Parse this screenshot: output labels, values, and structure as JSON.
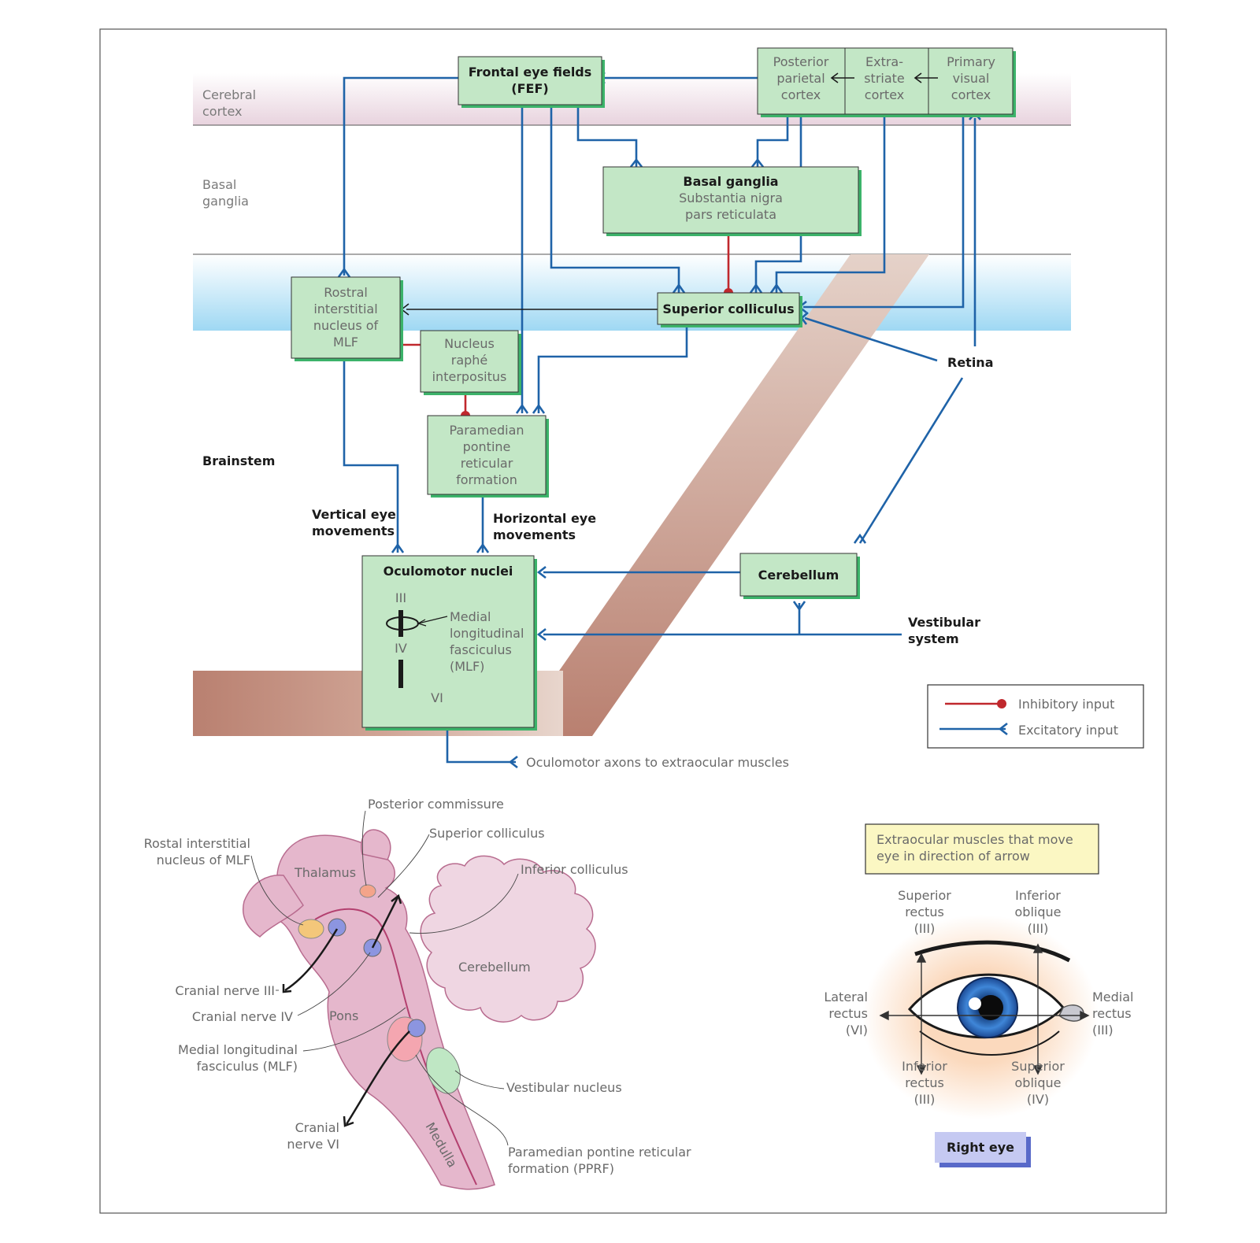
{
  "colors": {
    "box_fill": "#c3e7c6",
    "box_shadow": "#3cb36a",
    "excitatory": "#1f63a8",
    "inhibitory": "#c0282d",
    "cortex_band": "#eedfe6",
    "colliculus_band": "#a9ddf5",
    "brainstem_band": "#c28e7f",
    "brain_fill": "#e5b7cc",
    "legend_yellow": "#fbf7c3",
    "right_eye_label": "#c5c9f2"
  },
  "regions": {
    "cortex": [
      "Cerebral",
      "cortex"
    ],
    "basal": [
      "Basal",
      "ganglia"
    ],
    "brainstem": "Brainstem"
  },
  "boxes": {
    "fef": [
      "Frontal eye fields",
      "(FEF)"
    ],
    "ppc": [
      "Posterior",
      "parietal",
      "cortex"
    ],
    "esc": [
      "Extra-",
      "striate",
      "cortex"
    ],
    "pvc": [
      "Primary",
      "visual",
      "cortex"
    ],
    "bg_title": "Basal ganglia",
    "bg_sub": [
      "Substantia nigra",
      "pars reticulata"
    ],
    "riMLF": [
      "Rostral",
      "interstitial",
      "nucleus of",
      "MLF"
    ],
    "sc": "Superior colliculus",
    "nri": [
      "Nucleus",
      "raphé",
      "interpositus"
    ],
    "pprf": [
      "Paramedian",
      "pontine",
      "reticular",
      "formation"
    ],
    "cerebellum": "Cerebellum",
    "oculomotor": "Oculomotor nuclei",
    "nuclei_labels": [
      "III",
      "IV",
      "VI"
    ],
    "mlf": [
      "Medial",
      "longitudinal",
      "fasciculus",
      "(MLF)"
    ]
  },
  "labels": {
    "retina": "Retina",
    "vertical": [
      "Vertical eye",
      "movements"
    ],
    "horizontal": [
      "Horizontal eye",
      "movements"
    ],
    "vestibular": [
      "Vestibular",
      "system"
    ],
    "axons": "Oculomotor axons to extraocular muscles"
  },
  "legend": {
    "inhibitory": "Inhibitory input",
    "excitatory": "Excitatory input"
  },
  "brain": {
    "posterior_commissure": "Posterior commissure",
    "superior_colliculus": "Superior colliculus",
    "inferior_colliculus": "Inferior colliculus",
    "riMLF": [
      "Rostal interstitial",
      "nucleus of MLF"
    ],
    "thalamus": "Thalamus",
    "cerebellum": "Cerebellum",
    "cn3": "Cranial nerve III",
    "cn4": "Cranial nerve IV",
    "pons": "Pons",
    "mlf": [
      "Medial longitudinal",
      "fasciculus (MLF)"
    ],
    "vestibular_nucleus": "Vestibular nucleus",
    "cn6": [
      "Cranial",
      "nerve VI"
    ],
    "medulla": "Medulla",
    "pprf": [
      "Paramedian pontine reticular",
      "formation (PPRF)"
    ]
  },
  "eye": {
    "title": [
      "Extraocular muscles that move",
      "eye in direction of arrow"
    ],
    "superior_rectus": [
      "Superior",
      "rectus",
      "(III)"
    ],
    "inferior_oblique": [
      "Inferior",
      "oblique",
      "(III)"
    ],
    "lateral_rectus": [
      "Lateral",
      "rectus",
      "(VI)"
    ],
    "medial_rectus": [
      "Medial",
      "rectus",
      "(III)"
    ],
    "inferior_rectus": [
      "Inferior",
      "rectus",
      "(III)"
    ],
    "superior_oblique": [
      "Superior",
      "oblique",
      "(IV)"
    ],
    "right_eye": "Right eye"
  }
}
